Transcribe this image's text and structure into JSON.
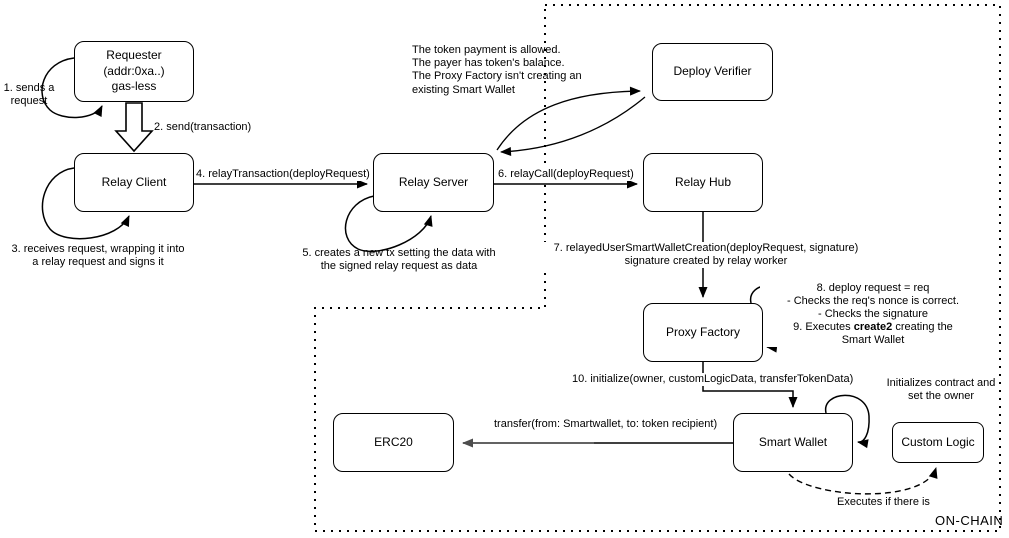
{
  "diagram": {
    "nodes": {
      "requester": "Requester\n(addr:0xa..)\ngas-less",
      "relay_client": "Relay Client",
      "relay_server": "Relay Server",
      "deploy_verifier": "Deploy Verifier",
      "relay_hub": "Relay Hub",
      "proxy_factory": "Proxy Factory",
      "smart_wallet": "Smart Wallet",
      "erc20": "ERC20",
      "custom_logic": "Custom Logic"
    },
    "labels": {
      "step1": "1. sends a\nrequest",
      "step2": "2. send(transaction)",
      "step3": "3. receives request, wrapping it into\na relay request and signs it",
      "step4": "4. relayTransaction(deployRequest)",
      "step5": "5. creates a new tx setting the data with\nthe signed relay request as data",
      "step6": "6. relayCall(deployRequest)",
      "step7": "7. relayedUserSmartWalletCreation(deployRequest, signature)\nsignature created by relay worker",
      "verifier_note": "The token payment is allowed.\nThe payer has token's balance.\nThe Proxy Factory isn't creating an\nexisting Smart Wallet",
      "step8_line1": "8. deploy request = req",
      "step8_line2": "- Checks the req's nonce is correct.",
      "step8_line3": "- Checks the signature",
      "step9_pre": "9. Executes ",
      "step9_bold": "create2",
      "step9_post": " creating the",
      "step9_line2": "Smart Wallet",
      "step10": "10. initialize(owner, customLogicData, transferTokenData)",
      "initializes": "Initializes contract and\nset the owner",
      "transfer": "transfer(from: Smartwallet, to: token recipient)",
      "executes": "Executes if there is",
      "onchain": "ON-CHAIN"
    },
    "colors": {
      "stroke": "#000000",
      "transfer_arrow": "#595959",
      "background": "#ffffff"
    }
  }
}
